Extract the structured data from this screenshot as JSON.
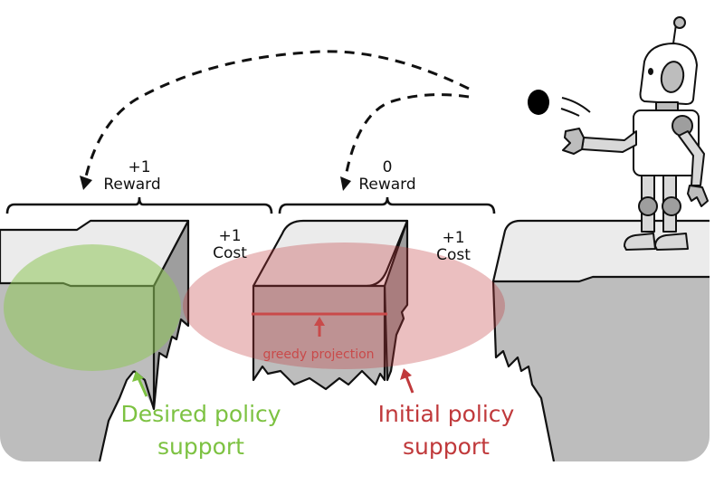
{
  "diagram": {
    "labels": {
      "left_reward_value": "+1",
      "left_reward_word": "Reward",
      "middle_reward_value": "0",
      "middle_reward_word": "Reward",
      "cost1_value": "+1",
      "cost1_word": "Cost",
      "cost2_value": "+1",
      "cost2_word": "Cost",
      "greedy_projection": "greedy projection",
      "desired_line1": "Desired policy",
      "desired_line2": "support",
      "initial_line1": "Initial policy",
      "initial_line2": "support"
    },
    "colors": {
      "desired": "#8fc65a",
      "initial": "#c0393b",
      "rock_top": "#ebebeb",
      "rock_face": "#bdbdbd",
      "rock_dark": "#9a9a9a"
    },
    "icons": [
      "robot-icon",
      "ball-icon",
      "cliff-icon"
    ]
  }
}
